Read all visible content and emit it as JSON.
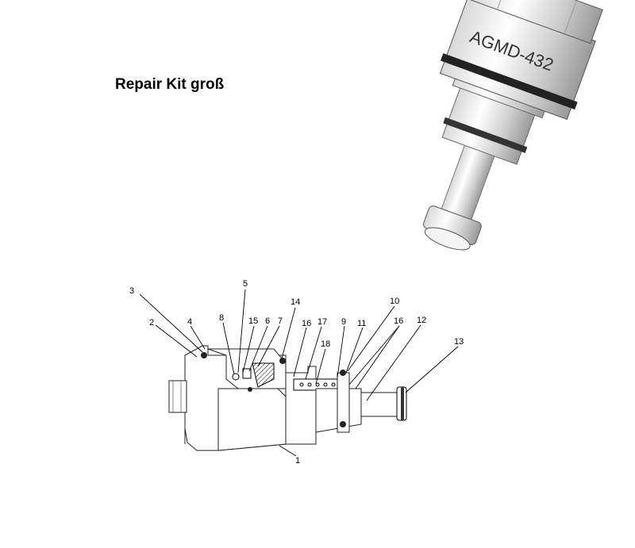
{
  "title": "Repair Kit groß",
  "render": {
    "engraving": "AGMD-432"
  },
  "callouts": {
    "c1": "1",
    "c2": "2",
    "c3": "3",
    "c4": "4",
    "c5": "5",
    "c6": "6",
    "c7": "7",
    "c8": "8",
    "c9": "9",
    "c10": "10",
    "c11": "11",
    "c12": "12",
    "c13": "13",
    "c14": "14",
    "c15": "15",
    "c16a": "16",
    "c16b": "16",
    "c17": "17",
    "c18": "18"
  }
}
